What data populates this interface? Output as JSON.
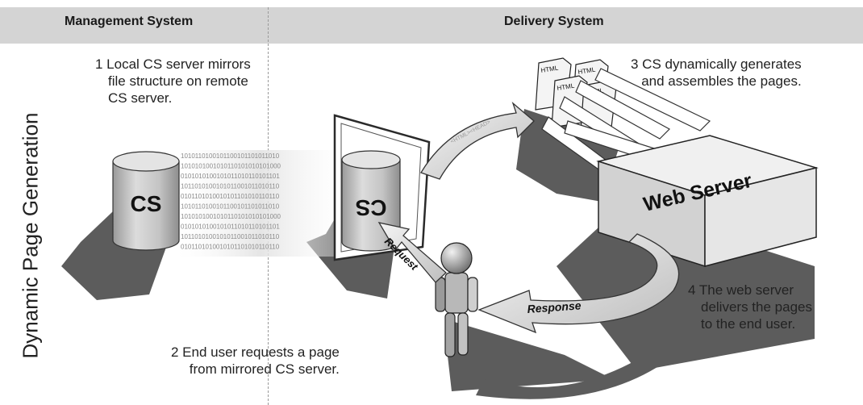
{
  "header": {
    "management_label": "Management System",
    "delivery_label": "Delivery System"
  },
  "side_title": "Dynamic Page Generation",
  "notes": {
    "step1": [
      "1 Local CS server mirrors",
      "file structure on remote",
      "CS server."
    ],
    "step2": [
      "2 End user requests a page",
      "from mirrored CS server."
    ],
    "step3": [
      "3 CS dynamically generates",
      "and assembles the pages."
    ],
    "step4": [
      "4 The web server",
      "delivers the pages",
      "to the end user."
    ]
  },
  "diagram": {
    "cs_local_label": "CS",
    "cs_remote_label": "CS",
    "web_server_label": "Web Server",
    "request_label": "Request",
    "response_label": "Response",
    "html_doc_label": "HTML",
    "binary_lines": [
      "1010110100101100101101011010",
      "1010101001010110101010101000",
      "0101010100101011010110101101",
      "1011010100101011001011010110",
      "0101101010010101101010110110",
      "1010110100101100101101011010",
      "1010101001010110101010101000",
      "0101010100101011010110101101",
      "1011010100101011001011010110",
      "0101101010010101101010110110"
    ]
  },
  "colors": {
    "header_bg": "#d4d4d4",
    "shadow": "#5a5a5a",
    "cylinder": "#c6c6c6"
  }
}
